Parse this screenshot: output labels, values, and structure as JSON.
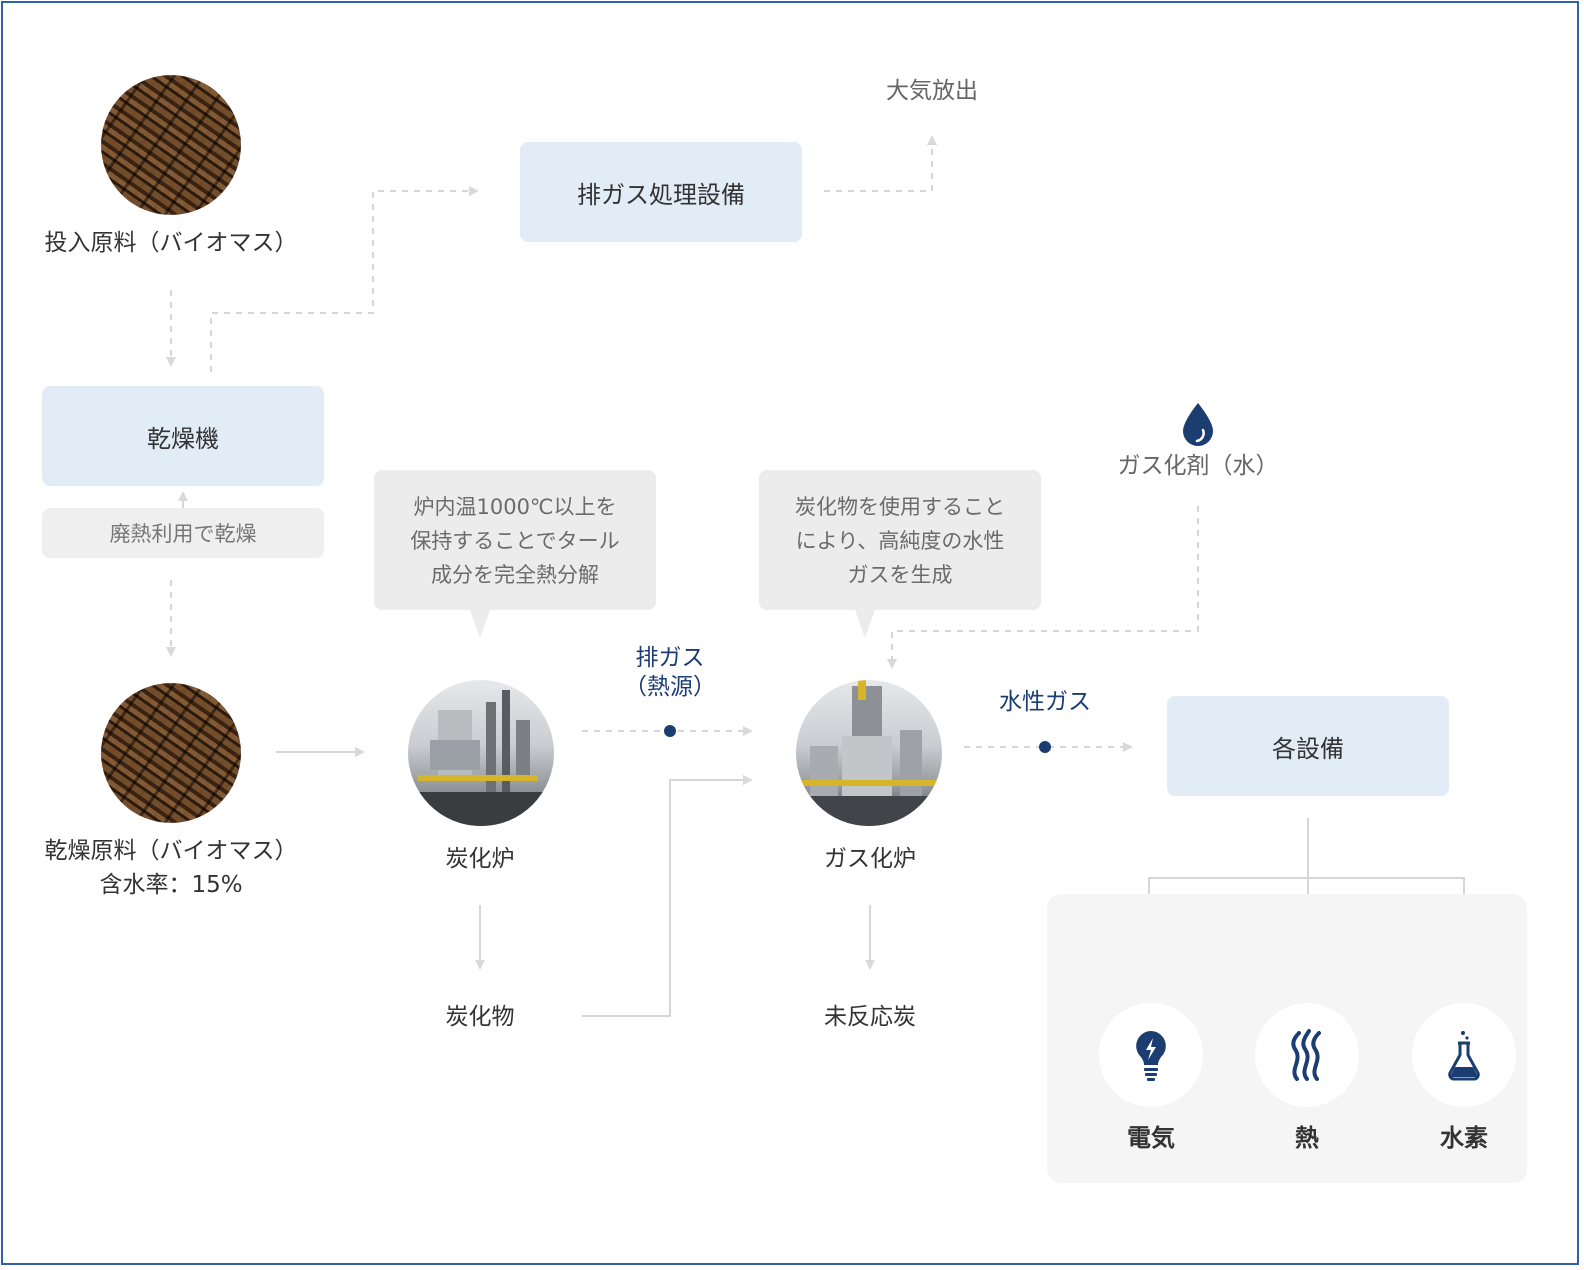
{
  "nodes": {
    "raw_material": "投入原料（バイオマス）",
    "exhaust_treatment": "排ガス処理設備",
    "atmosphere": "大気放出",
    "dryer": "乾燥機",
    "waste_heat": "廃熱利用で乾燥",
    "dried_material_line1": "乾燥原料（バイオマス）",
    "dried_material_line2": "含水率：15%",
    "carbonizer": "炭化炉",
    "gasifier": "ガス化炉",
    "char": "炭化物",
    "unreacted_char": "未反応炭",
    "facilities": "各設備",
    "gasifying_agent": "ガス化剤（水）"
  },
  "bubbles": {
    "carbonizer_note": [
      "炉内温1000℃以上を",
      "保持することでタール",
      "成分を完全熱分解"
    ],
    "gasifier_note": [
      "炭化物を使用すること",
      "により、高純度の水性",
      "ガスを生成"
    ]
  },
  "flows": {
    "exhaust_heat_line1": "排ガス",
    "exhaust_heat_line2": "（熱源）",
    "water_gas": "水性ガス"
  },
  "outputs": [
    {
      "label": "電気",
      "icon": "lightbulb-icon"
    },
    {
      "label": "熱",
      "icon": "heat-waves-icon"
    },
    {
      "label": "水素",
      "icon": "flask-icon"
    }
  ],
  "colors": {
    "accent_navy": "#1b3d72",
    "box_blue": "#e1ecf7",
    "box_grey": "#efefef",
    "arrow_grey": "#d6d6d6",
    "frame_blue": "#2f62a8"
  }
}
